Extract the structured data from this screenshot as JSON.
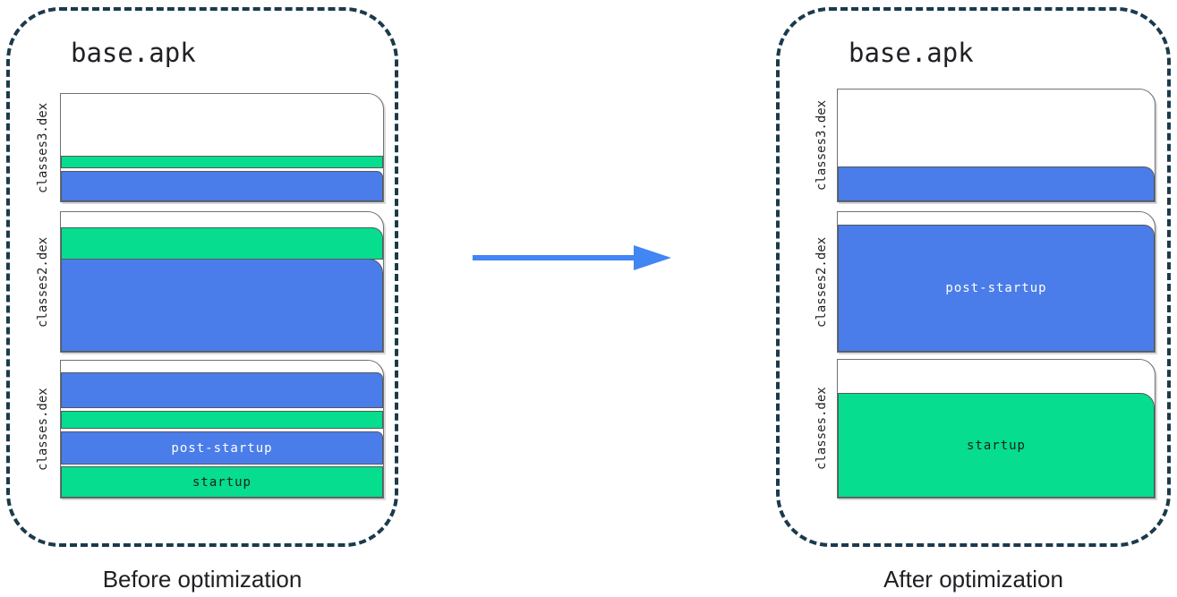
{
  "colors": {
    "blue": "#4a7de9",
    "green": "#06dd8e",
    "arrow": "#4285f4",
    "dash_border": "#1b3a4c",
    "page_border": "#6d7175"
  },
  "before": {
    "title": "base.apk",
    "caption": "Before optimization",
    "files": [
      {
        "name": "classes3.dex"
      },
      {
        "name": "classes2.dex"
      },
      {
        "name": "classes.dex",
        "post_startup_label": "post-startup",
        "startup_label": "startup"
      }
    ]
  },
  "after": {
    "title": "base.apk",
    "caption": "After optimization",
    "files": [
      {
        "name": "classes3.dex"
      },
      {
        "name": "classes2.dex",
        "post_startup_label": "post-startup"
      },
      {
        "name": "classes.dex",
        "startup_label": "startup"
      }
    ]
  }
}
